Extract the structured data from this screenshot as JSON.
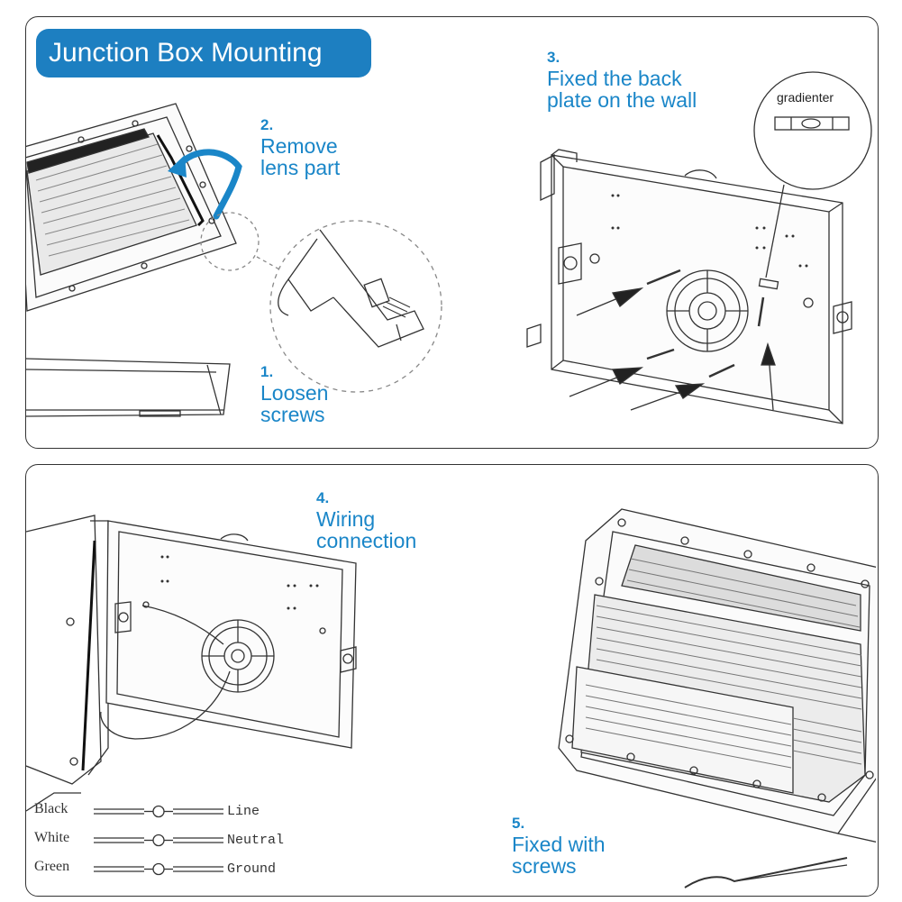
{
  "title": "Junction Box Mounting",
  "steps": {
    "s1": {
      "num": "1.",
      "text1": "Loosen",
      "text2": "screws"
    },
    "s2": {
      "num": "2.",
      "text1": "Remove",
      "text2": "lens part"
    },
    "s3": {
      "num": "3.",
      "text1": "Fixed the back",
      "text2": "plate on the wall"
    },
    "s4": {
      "num": "4.",
      "text1": "Wiring",
      "text2": "connection"
    },
    "s5": {
      "num": "5.",
      "text1": "Fixed with",
      "text2": "screws"
    }
  },
  "gradienter_label": "gradienter",
  "wiring": [
    {
      "wire": "Black",
      "role": "Line"
    },
    {
      "wire": "White",
      "role": "Neutral"
    },
    {
      "wire": "Green",
      "role": "Ground"
    }
  ],
  "colors": {
    "accent": "#1d7fc1",
    "arrow": "#1a86c8",
    "line": "#333333"
  }
}
